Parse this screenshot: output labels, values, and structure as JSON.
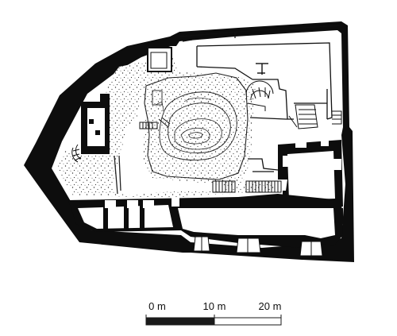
{
  "scale_bar": {
    "labels": [
      "0 m",
      "10 m",
      "20 m"
    ],
    "segments": [
      {
        "from_m": 0,
        "to_m": 10,
        "fill": "#1a1a1a"
      },
      {
        "from_m": 10,
        "to_m": 20,
        "fill": "#ffffff"
      }
    ]
  },
  "colors": {
    "wall": "#0d0d0d",
    "paper": "#ffffff",
    "ink": "#222222"
  }
}
